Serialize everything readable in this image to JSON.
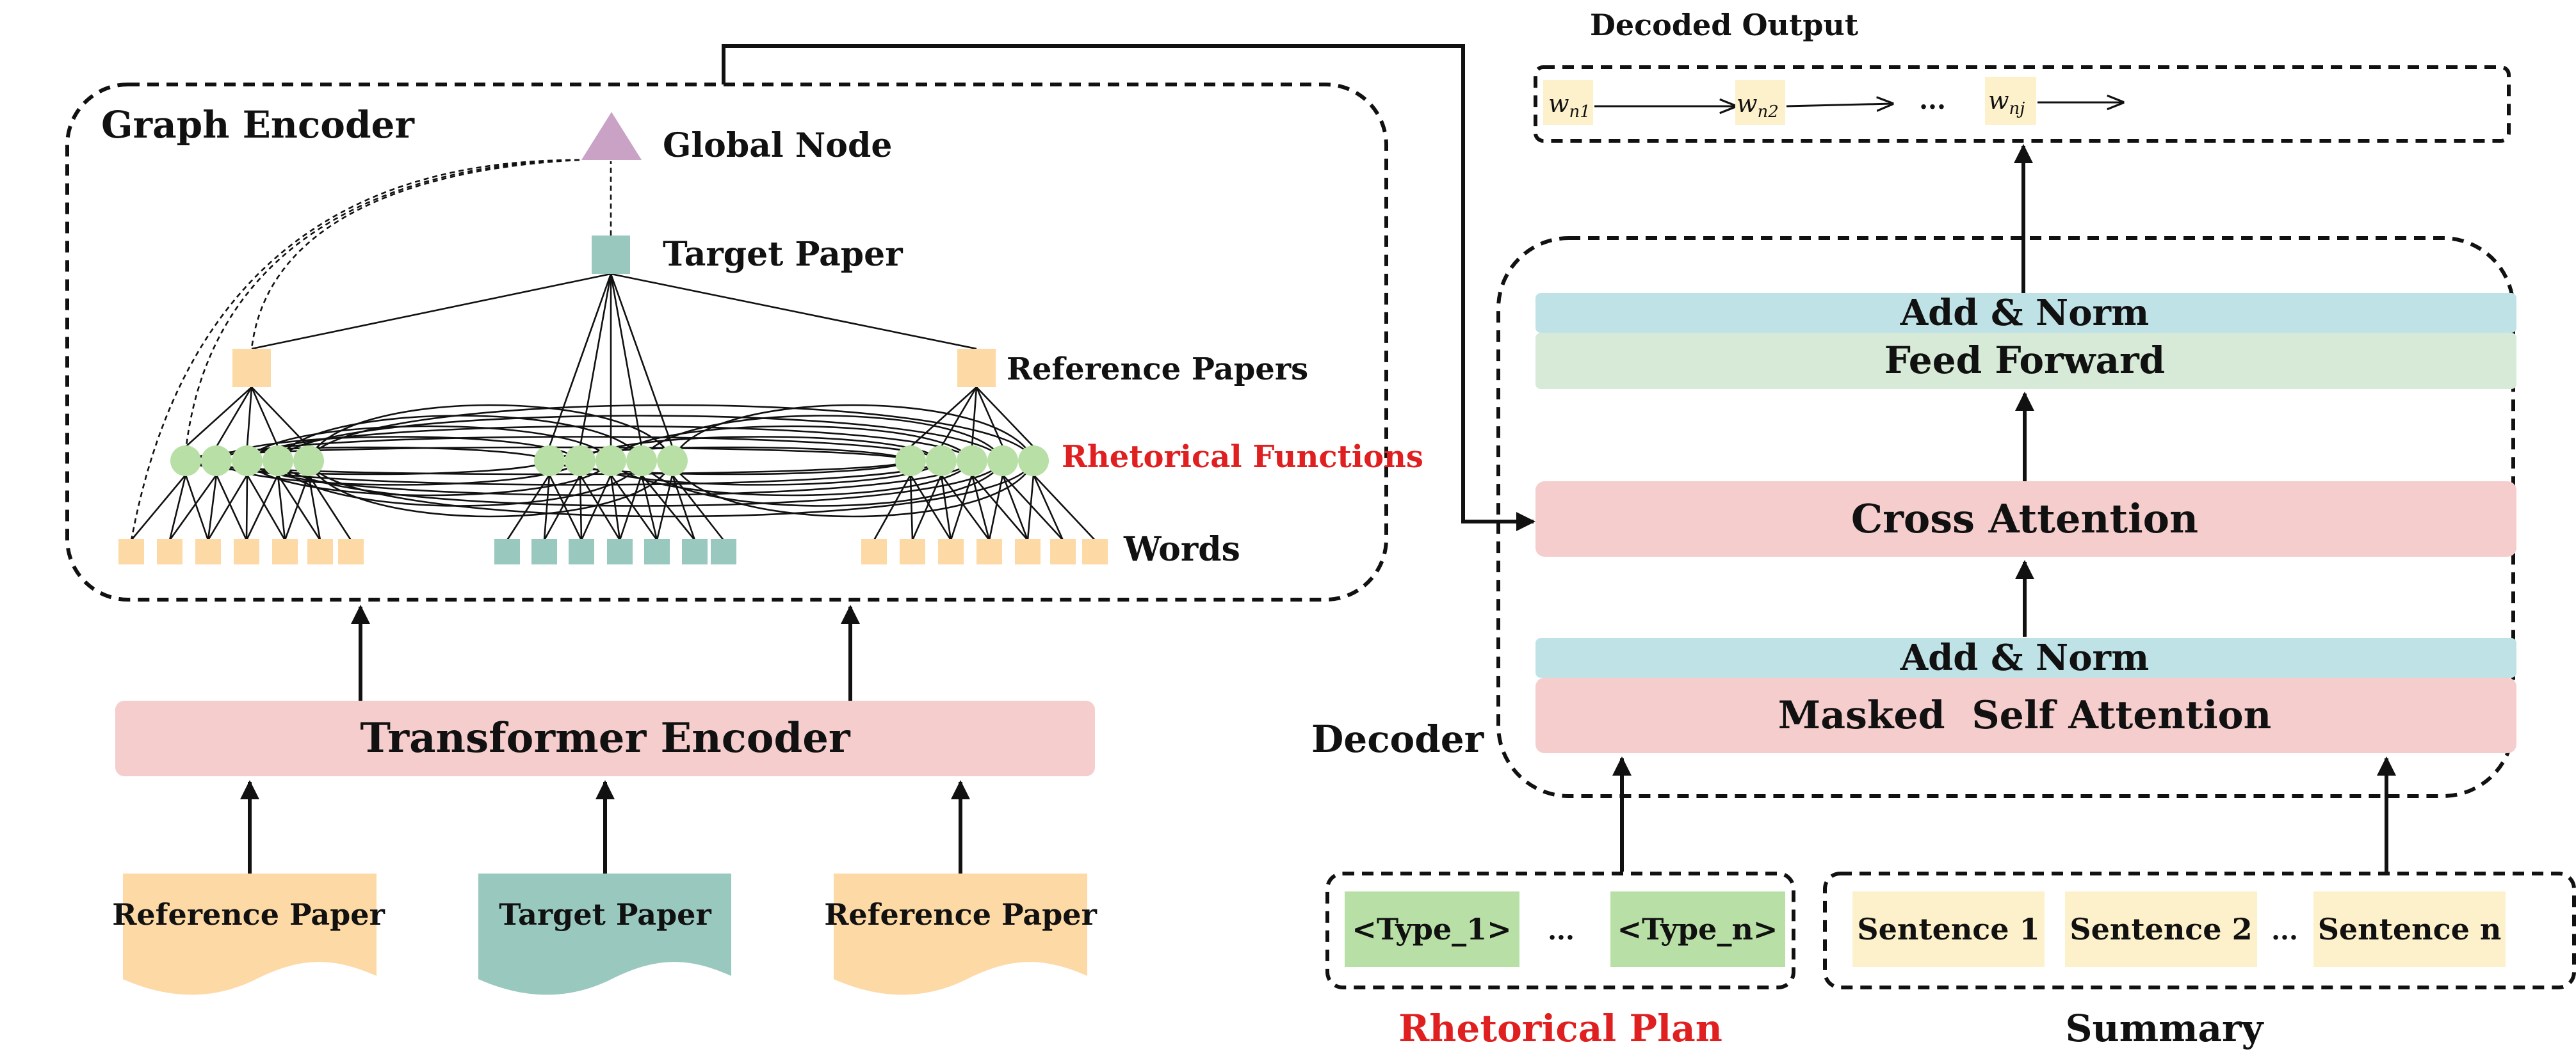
{
  "graph_encoder": {
    "title": "Graph Encoder",
    "global_node": "Global Node",
    "target_paper": "Target Paper",
    "reference_papers": "Reference Papers",
    "rhetorical_functions": "Rhetorical Functions",
    "words": "Words"
  },
  "transformer_encoder": "Transformer Encoder",
  "inputs": [
    "Reference Paper",
    "Target  Paper",
    "Reference Paper"
  ],
  "decoder": {
    "label": "Decoder",
    "add_norm_top": "Add & Norm",
    "feed_forward": "Feed Forward",
    "cross_attention": "Cross Attention",
    "add_norm_bottom": "Add & Norm",
    "masked_self_attention": "Masked  Self Attention"
  },
  "decoded_output": {
    "title": "Decoded Output",
    "tokens": [
      "n1",
      "n2",
      "nj"
    ],
    "token_base": "w",
    "ellipsis": "..."
  },
  "rhetorical_plan": {
    "label": "Rhetorical Plan",
    "items": [
      "<Type_1>",
      "...",
      "<Type_n>"
    ]
  },
  "summary": {
    "label": "Summary",
    "items": [
      "Sentence 1",
      "Sentence 2",
      "...",
      "Sentence n"
    ]
  },
  "colors": {
    "orange": "#fdd9a5",
    "teal": "#99c8bf",
    "green": "#b8e0a6",
    "pink": "#f6cdcd",
    "light_blue": "#bfe2e6",
    "light_green": "#d6ead7",
    "cream": "#fdf1cc",
    "purple": "#c9a2c6",
    "red_text": "#e02020"
  }
}
